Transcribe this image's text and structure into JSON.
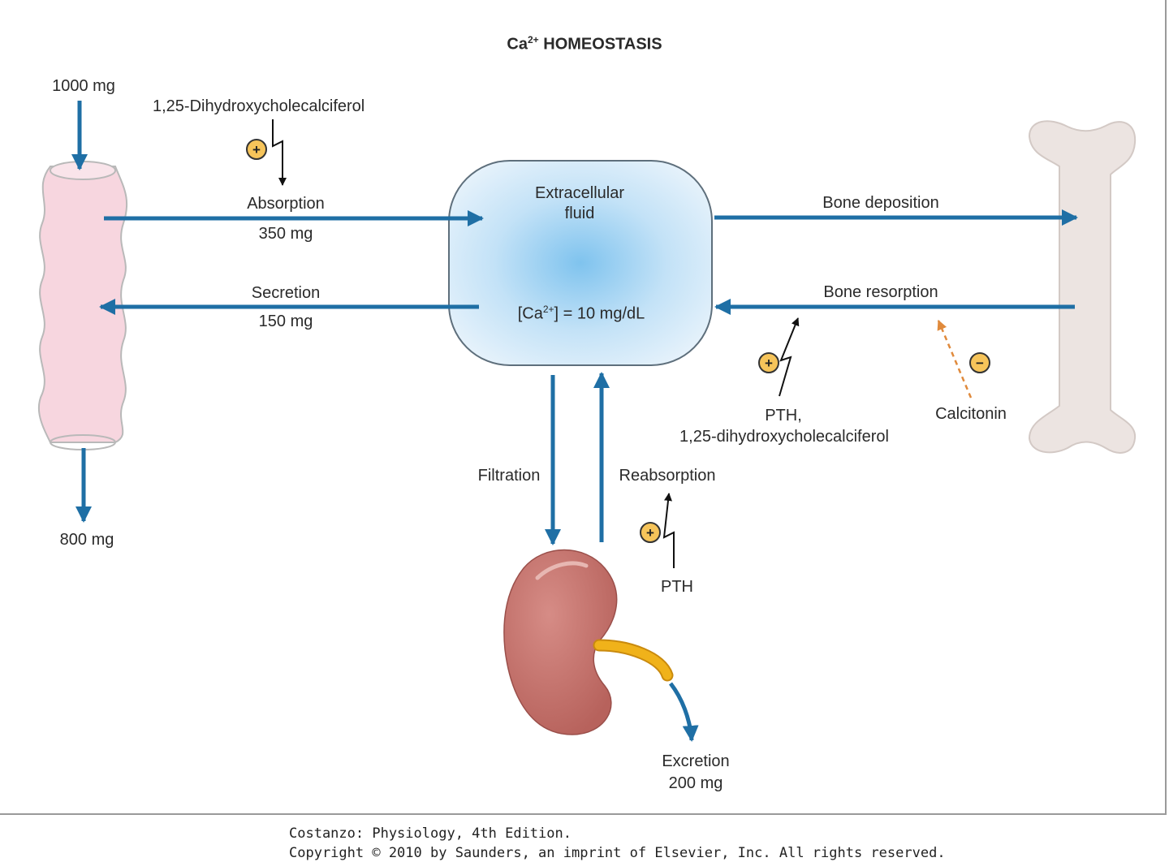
{
  "title": {
    "prefix": "Ca",
    "superscript": "2+",
    "suffix": "HOMEOSTASIS"
  },
  "ecf": {
    "label_line1": "Extracellular",
    "label_line2": "fluid",
    "concentration_prefix": "[Ca",
    "concentration_superscript": "2+",
    "concentration_suffix": "] = 10 mg/dL"
  },
  "intestine": {
    "intake": "1000 mg",
    "output": "800 mg"
  },
  "absorption": {
    "regulator": "1,25-Dihydroxycholecalciferol",
    "label": "Absorption",
    "amount": "350 mg"
  },
  "secretion": {
    "label": "Secretion",
    "amount": "150 mg"
  },
  "bone": {
    "deposition": "Bone deposition",
    "resorption": "Bone resorption",
    "stimulator_line1": "PTH,",
    "stimulator_line2": "1,25-dihydroxycholecalciferol",
    "inhibitor": "Calcitonin"
  },
  "kidney": {
    "filtration": "Filtration",
    "reabsorption": "Reabsorption",
    "regulator": "PTH",
    "excretion_label": "Excretion",
    "excretion_amount": "200 mg"
  },
  "signs": {
    "plus": "+",
    "minus": "−"
  },
  "footer": {
    "line1": "Costanzo: Physiology, 4th Edition.",
    "line2": "Copyright © 2010 by Saunders, an imprint of Elsevier, Inc. All rights reserved."
  },
  "colors": {
    "flow_arrow": "#1f6fa5",
    "inhibit_arrow": "#e08a3c",
    "ecf_center": "#7fc3ee",
    "ecf_edge": "#e3f1fb",
    "intestine": "#f7d6df",
    "bone": "#ece4e1",
    "kidney": "#bf6f68",
    "ureter": "#f0b21a",
    "sign_fill": "#f6c45a"
  }
}
